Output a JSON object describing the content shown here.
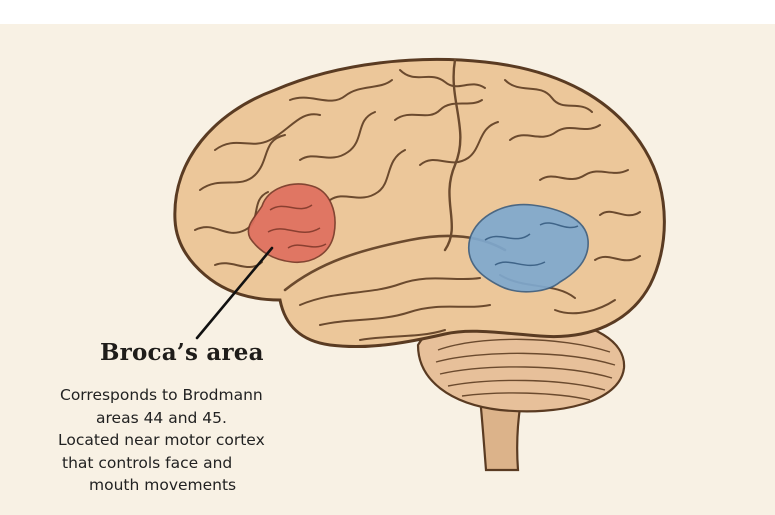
{
  "label": {
    "title": "Broca’s area",
    "lines": [
      "Corresponds to Brodmann",
      "areas 44 and 45.",
      "Located near motor cortex",
      "that controls face and",
      "mouth movements"
    ]
  },
  "colors": {
    "background": "#f8f1e4",
    "brain_fill": "#ecc79a",
    "brain_outline": "#5a3b22",
    "broca_region": "#e0705f",
    "wernicke_region": "#7fa9cf"
  }
}
